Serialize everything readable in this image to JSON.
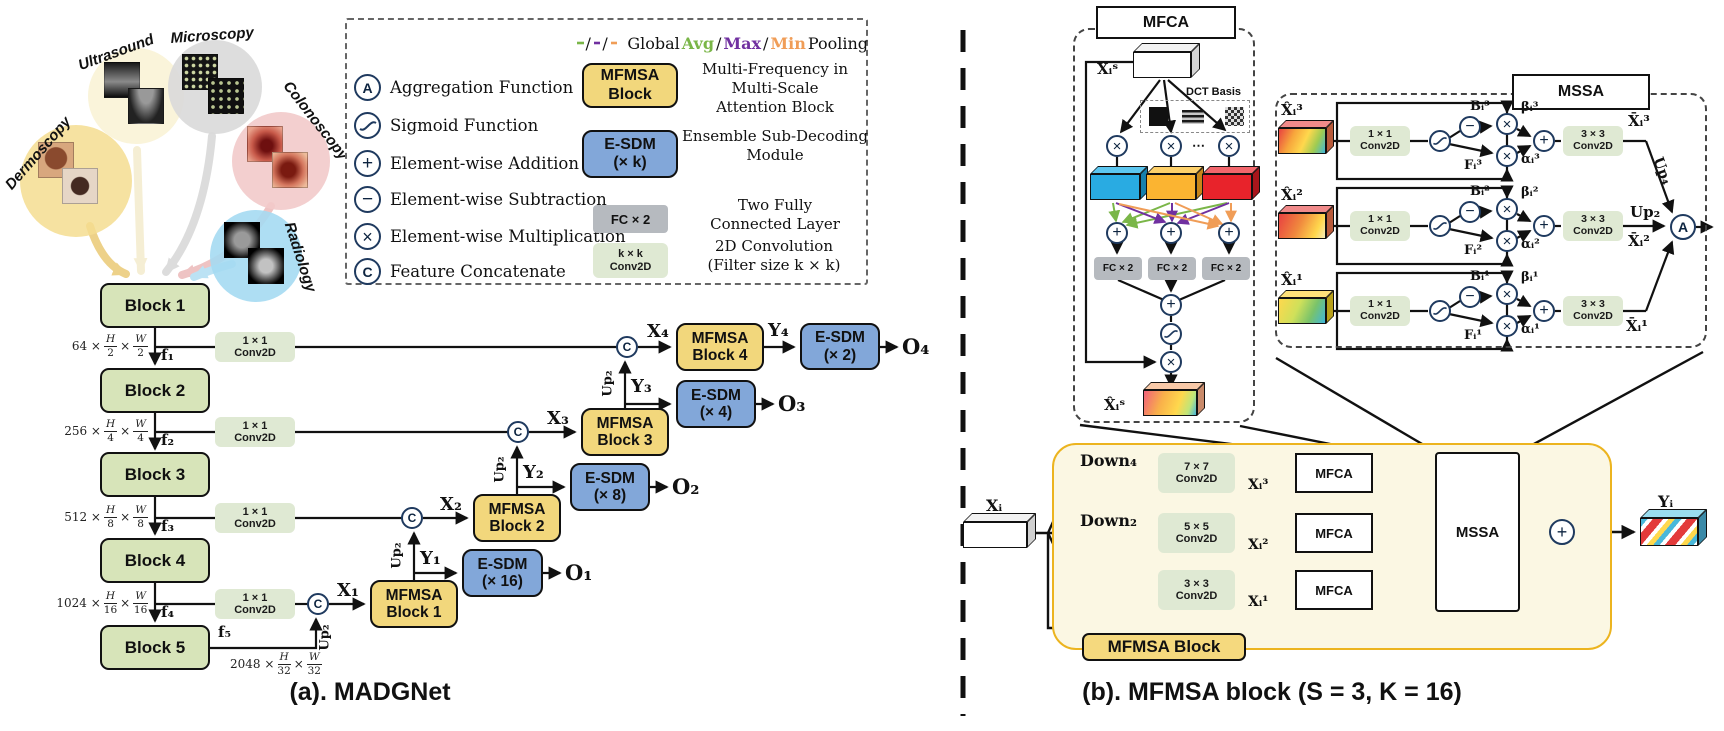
{
  "captions": {
    "a": "(a). MADGNet",
    "b": "(b). MFMSA block (S = 3, K = 16)"
  },
  "modalities": [
    {
      "label": "Dermoscopy"
    },
    {
      "label": "Ultrasound"
    },
    {
      "label": "Microscopy"
    },
    {
      "label": "Colonoscopy"
    },
    {
      "label": "Radiology"
    }
  ],
  "legend": {
    "symbols": [
      {
        "glyph": "A",
        "label": "Aggregation  Function"
      },
      {
        "label": "Sigmoid Function"
      },
      {
        "glyph": "+",
        "label": "Element-wise Addition"
      },
      {
        "glyph": "−",
        "label": "Element-wise Subtraction"
      },
      {
        "glyph": "×",
        "label": "Element-wise Multiplication"
      },
      {
        "glyph": "C",
        "label": "Feature Concatenate"
      }
    ],
    "pooling": {
      "global": "Global",
      "avg": "Avg",
      "slash": "/",
      "max": "Max",
      "min": "Min",
      "pooling": "Pooling"
    },
    "entries": [
      {
        "box": "MFMSA\nBlock",
        "desc": "Multi-Frequency in  Multi-Scale\nAttention Block"
      },
      {
        "box": "E-SDM\n(× k)",
        "desc": "Ensemble  Sub-Decoding\nModule"
      },
      {
        "box": "FC × 2",
        "desc": "Two Fully\nConnected Layer"
      },
      {
        "box": "k × k\nConv2D",
        "desc": "2D Convolution\n(Filter size k × k)"
      }
    ]
  },
  "ops": {
    "times": "×",
    "plus": "+",
    "minus": "−"
  },
  "encoder": {
    "blocks": [
      "Block 1",
      "Block 2",
      "Block 3",
      "Block 4",
      "Block 5"
    ],
    "conv": "1 × 1\nConv2D",
    "x": "×",
    "up2": "Up₂",
    "dims": [
      {
        "prefix": "64 ×",
        "n1": "H",
        "d1": "2",
        "n2": "W",
        "d2": "2",
        "f": "f₁"
      },
      {
        "prefix": "256 ×",
        "n1": "H",
        "d1": "4",
        "n2": "W",
        "d2": "4",
        "f": "f₂"
      },
      {
        "prefix": "512 ×",
        "n1": "H",
        "d1": "8",
        "n2": "W",
        "d2": "8",
        "f": "f₃"
      },
      {
        "prefix": "1024 ×",
        "n1": "H",
        "d1": "16",
        "n2": "W",
        "d2": "16",
        "f": "f₄"
      },
      {
        "prefix": "2048 ×",
        "n1": "H",
        "d1": "32",
        "n2": "W",
        "d2": "32",
        "f": "f₅"
      }
    ]
  },
  "decoder": {
    "concat": "C",
    "stages": [
      {
        "x": "X₁",
        "block": "MFMSA\nBlock 1",
        "y": "Y₁",
        "up": "Up₂",
        "esdm": "E-SDM\n(× 16)",
        "o": "O₁"
      },
      {
        "x": "X₂",
        "block": "MFMSA\nBlock 2",
        "y": "Y₂",
        "up": "Up₂",
        "esdm": "E-SDM\n(× 8)",
        "o": "O₂"
      },
      {
        "x": "X₃",
        "block": "MFMSA\nBlock 3",
        "y": "Y₃",
        "up": "Up₂",
        "esdm": "E-SDM\n(× 4)",
        "o": "O₃"
      },
      {
        "x": "X₄",
        "block": "MFMSA\nBlock 4",
        "y": "Y₄",
        "esdm": "E-SDM\n(× 2)",
        "o": "O₄"
      }
    ]
  },
  "mfca": {
    "title": "MFCA",
    "input": "Xᵢˢ",
    "dct": "DCT Basis",
    "dots": "⋯",
    "fc": "FC × 2",
    "output": "X̂ᵢˢ"
  },
  "mssa": {
    "title": "MSSA",
    "agg": "A",
    "rows": [
      {
        "input": "X̂ᵢ³",
        "conv1": "1 × 1\nConv2D",
        "b": "Bᵢ³",
        "f": "Fᵢ³",
        "beta": "βᵢ³",
        "alpha": "αᵢ³",
        "conv2": "3 × 3\nConv2D",
        "out": "X̄ᵢ³",
        "up": "Up₄"
      },
      {
        "input": "X̂ᵢ²",
        "conv1": "1 × 1\nConv2D",
        "b": "Bᵢ²",
        "f": "Fᵢ²",
        "beta": "βᵢ²",
        "alpha": "αᵢ²",
        "conv2": "3 × 3\nConv2D",
        "out": "X̄ᵢ²",
        "up": "Up₂"
      },
      {
        "input": "X̂ᵢ¹",
        "conv1": "1 × 1\nConv2D",
        "b": "Bᵢ¹",
        "f": "Fᵢ¹",
        "beta": "βᵢ¹",
        "alpha": "αᵢ¹",
        "conv2": "3 × 3\nConv2D",
        "out": "X̄ᵢ¹"
      }
    ]
  },
  "mfmsa_block": {
    "input": "Xᵢ",
    "output": "Yᵢ",
    "tag": "MFMSA Block",
    "mssa": "MSSA",
    "rows": [
      {
        "down": "Down₄",
        "conv": "7 × 7\nConv2D",
        "x": "Xᵢ³",
        "mfca": "MFCA"
      },
      {
        "down": "Down₂",
        "conv": "5 × 5\nConv2D",
        "x": "Xᵢ²",
        "mfca": "MFCA"
      },
      {
        "conv": "3 × 3\nConv2D",
        "x": "Xᵢ¹",
        "mfca": "MFCA"
      }
    ]
  },
  "colors": {
    "block_green": "#d7e4b9",
    "conv_green": "#dfe9d3",
    "mfmsa_yellow": "#f2d77c",
    "esdm_blue": "#82a7d9",
    "fc_gray": "#b6babf",
    "panel_yellow_bg": "#fbf7e3",
    "panel_yellow_border": "#ecb41f",
    "avg_green": "#7ab648",
    "max_purple": "#7030a0",
    "min_orange": "#f09d57",
    "icon_navy": "#1f3a5f",
    "cube_blue": "#29abe2",
    "cube_yellow": "#fbb431",
    "cube_red": "#e8232b"
  }
}
